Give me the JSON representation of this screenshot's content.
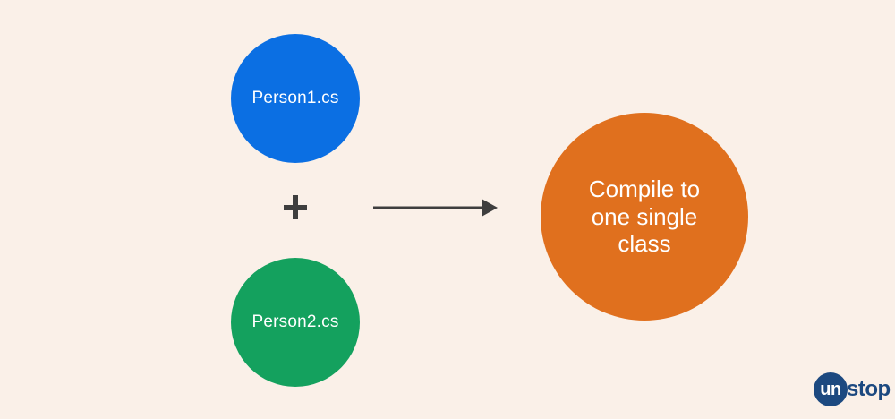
{
  "background_color": "#FAF0E8",
  "diagram": {
    "plus_symbol": "+",
    "arrow_color": "#3E3E3E",
    "nodes": [
      {
        "id": "person1",
        "label": "Person1.cs",
        "color": "#0B6FE3",
        "text_color": "#FFFFFF"
      },
      {
        "id": "person2",
        "label": "Person2.cs",
        "color": "#14A15E",
        "text_color": "#FFFFFF"
      },
      {
        "id": "result",
        "label": "Compile to one single class",
        "color": "#E0701E",
        "text_color": "#FFFFFF"
      }
    ]
  },
  "logo": {
    "prefix": "un",
    "suffix": "stop",
    "color": "#1C4980"
  }
}
